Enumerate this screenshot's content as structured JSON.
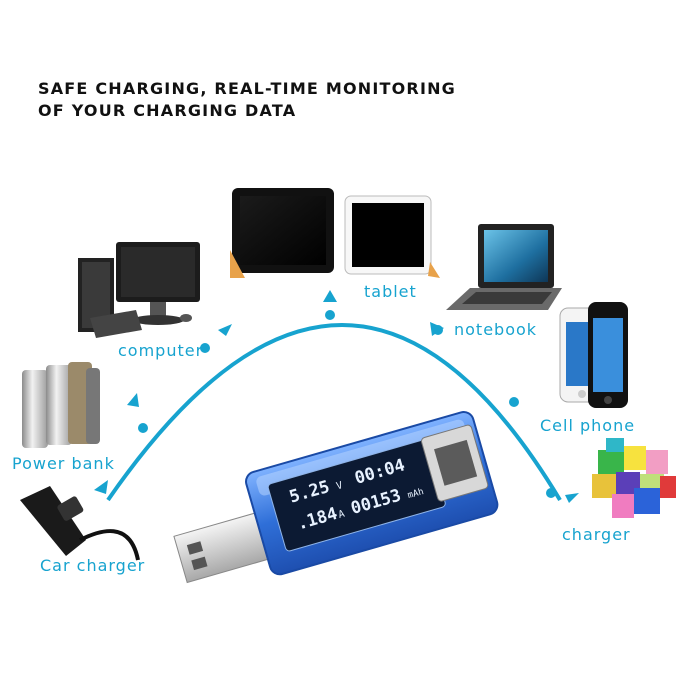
{
  "headline": {
    "line1": "SAFE CHARGING, REAL-TIME MONITORING",
    "line2": "OF YOUR CHARGING DATA"
  },
  "devices": {
    "tablet": "tablet",
    "notebook": "notebook",
    "computer": "computer",
    "cell_phone": "Cell phone",
    "power_bank": "Power bank",
    "charger": "charger",
    "car_charger": "Car charger"
  },
  "display": {
    "voltage": "5.25",
    "voltage_unit": "V",
    "time": "00:04",
    "current": ".184",
    "current_unit": "A",
    "capacity": "00153",
    "capacity_unit": "mAh"
  },
  "colors": {
    "accent": "#17a3cf",
    "device_body": "#2f6fd8"
  }
}
